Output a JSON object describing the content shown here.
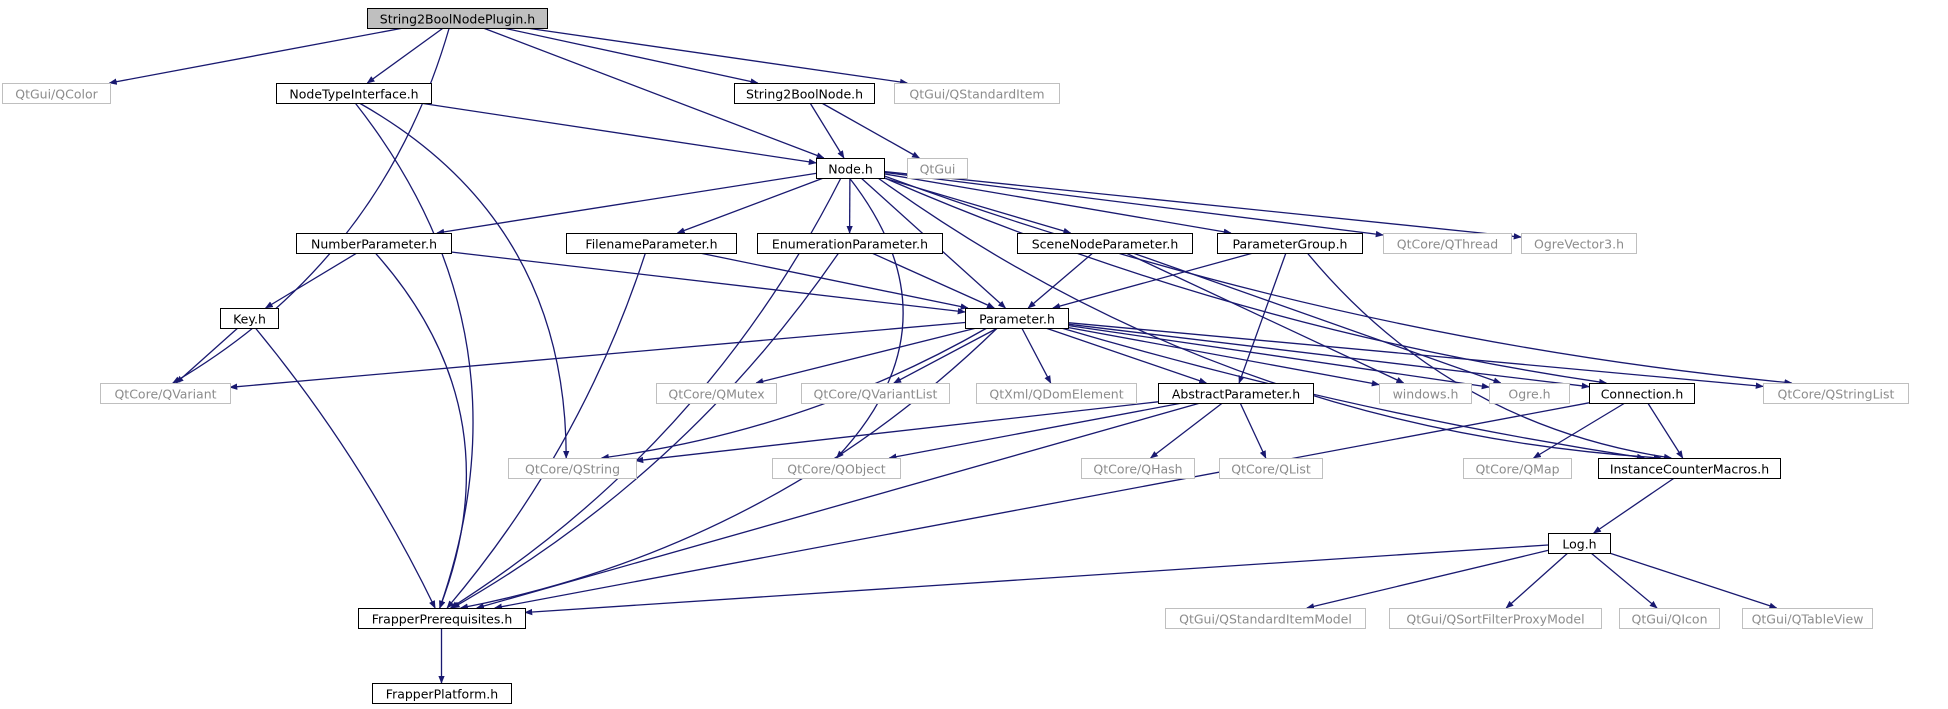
{
  "colors": {
    "edge": "#191970",
    "local_border": "#000000",
    "external_border": "#bfbfbf",
    "root_fill": "#bfbfbf",
    "local_text": "#000000",
    "external_text": "#8c8c8c"
  },
  "graph": {
    "root": "String2BoolNodePlugin.h",
    "nodes": [
      {
        "id": "String2BoolNodePlugin.h",
        "kind": "root"
      },
      {
        "id": "QtGui/QColor",
        "kind": "external"
      },
      {
        "id": "NodeTypeInterface.h",
        "kind": "local"
      },
      {
        "id": "String2BoolNode.h",
        "kind": "local"
      },
      {
        "id": "QtGui/QStandardItem",
        "kind": "external"
      },
      {
        "id": "Node.h",
        "kind": "local"
      },
      {
        "id": "QtGui",
        "kind": "external"
      },
      {
        "id": "NumberParameter.h",
        "kind": "local"
      },
      {
        "id": "FilenameParameter.h",
        "kind": "local"
      },
      {
        "id": "EnumerationParameter.h",
        "kind": "local"
      },
      {
        "id": "SceneNodeParameter.h",
        "kind": "local"
      },
      {
        "id": "ParameterGroup.h",
        "kind": "local"
      },
      {
        "id": "QtCore/QThread",
        "kind": "external"
      },
      {
        "id": "OgreVector3.h",
        "kind": "external"
      },
      {
        "id": "Key.h",
        "kind": "local"
      },
      {
        "id": "Parameter.h",
        "kind": "local"
      },
      {
        "id": "QtCore/QVariant",
        "kind": "external"
      },
      {
        "id": "QtCore/QMutex",
        "kind": "external"
      },
      {
        "id": "QtCore/QVariantList",
        "kind": "external"
      },
      {
        "id": "QtXml/QDomElement",
        "kind": "external"
      },
      {
        "id": "AbstractParameter.h",
        "kind": "local"
      },
      {
        "id": "windows.h",
        "kind": "external"
      },
      {
        "id": "Ogre.h",
        "kind": "external"
      },
      {
        "id": "Connection.h",
        "kind": "local"
      },
      {
        "id": "QtCore/QStringList",
        "kind": "external"
      },
      {
        "id": "QtCore/QString",
        "kind": "external"
      },
      {
        "id": "QtCore/QObject",
        "kind": "external"
      },
      {
        "id": "QtCore/QHash",
        "kind": "external"
      },
      {
        "id": "QtCore/QList",
        "kind": "external"
      },
      {
        "id": "QtCore/QMap",
        "kind": "external"
      },
      {
        "id": "InstanceCounterMacros.h",
        "kind": "local"
      },
      {
        "id": "Log.h",
        "kind": "local"
      },
      {
        "id": "FrapperPrerequisites.h",
        "kind": "local"
      },
      {
        "id": "QtGui/QStandardItemModel",
        "kind": "external"
      },
      {
        "id": "QtGui/QSortFilterProxyModel",
        "kind": "external"
      },
      {
        "id": "QtGui/QIcon",
        "kind": "external"
      },
      {
        "id": "QtGui/QTableView",
        "kind": "external"
      },
      {
        "id": "FrapperPlatform.h",
        "kind": "local"
      }
    ],
    "edges": [
      [
        "String2BoolNodePlugin.h",
        "QtGui/QColor"
      ],
      [
        "String2BoolNodePlugin.h",
        "QtCore/QVariant"
      ],
      [
        "String2BoolNodePlugin.h",
        "NodeTypeInterface.h"
      ],
      [
        "String2BoolNodePlugin.h",
        "Node.h"
      ],
      [
        "String2BoolNodePlugin.h",
        "String2BoolNode.h"
      ],
      [
        "String2BoolNodePlugin.h",
        "QtGui/QStandardItem"
      ],
      [
        "NodeTypeInterface.h",
        "Node.h"
      ],
      [
        "NodeTypeInterface.h",
        "QtCore/QString"
      ],
      [
        "NodeTypeInterface.h",
        "FrapperPrerequisites.h"
      ],
      [
        "String2BoolNode.h",
        "Node.h"
      ],
      [
        "String2BoolNode.h",
        "QtGui"
      ],
      [
        "Node.h",
        "NumberParameter.h"
      ],
      [
        "Node.h",
        "FilenameParameter.h"
      ],
      [
        "Node.h",
        "EnumerationParameter.h"
      ],
      [
        "Node.h",
        "SceneNodeParameter.h"
      ],
      [
        "Node.h",
        "ParameterGroup.h"
      ],
      [
        "Node.h",
        "QtCore/QThread"
      ],
      [
        "Node.h",
        "OgreVector3.h"
      ],
      [
        "Node.h",
        "Parameter.h"
      ],
      [
        "Node.h",
        "Connection.h"
      ],
      [
        "Node.h",
        "QtCore/QStringList"
      ],
      [
        "Node.h",
        "InstanceCounterMacros.h"
      ],
      [
        "Node.h",
        "FrapperPrerequisites.h"
      ],
      [
        "Node.h",
        "QtCore/QObject"
      ],
      [
        "NumberParameter.h",
        "Key.h"
      ],
      [
        "NumberParameter.h",
        "Parameter.h"
      ],
      [
        "NumberParameter.h",
        "FrapperPrerequisites.h"
      ],
      [
        "FilenameParameter.h",
        "Parameter.h"
      ],
      [
        "FilenameParameter.h",
        "FrapperPrerequisites.h"
      ],
      [
        "EnumerationParameter.h",
        "Parameter.h"
      ],
      [
        "EnumerationParameter.h",
        "FrapperPrerequisites.h"
      ],
      [
        "SceneNodeParameter.h",
        "Parameter.h"
      ],
      [
        "SceneNodeParameter.h",
        "windows.h"
      ],
      [
        "SceneNodeParameter.h",
        "Ogre.h"
      ],
      [
        "ParameterGroup.h",
        "Parameter.h"
      ],
      [
        "ParameterGroup.h",
        "AbstractParameter.h"
      ],
      [
        "ParameterGroup.h",
        "InstanceCounterMacros.h"
      ],
      [
        "Key.h",
        "QtCore/QVariant"
      ],
      [
        "Key.h",
        "FrapperPrerequisites.h"
      ],
      [
        "Parameter.h",
        "QtCore/QVariant"
      ],
      [
        "Parameter.h",
        "QtCore/QString"
      ],
      [
        "Parameter.h",
        "QtCore/QMutex"
      ],
      [
        "Parameter.h",
        "QtCore/QVariantList"
      ],
      [
        "Parameter.h",
        "QtXml/QDomElement"
      ],
      [
        "Parameter.h",
        "AbstractParameter.h"
      ],
      [
        "Parameter.h",
        "windows.h"
      ],
      [
        "Parameter.h",
        "Ogre.h"
      ],
      [
        "Parameter.h",
        "Connection.h"
      ],
      [
        "Parameter.h",
        "QtCore/QStringList"
      ],
      [
        "Parameter.h",
        "InstanceCounterMacros.h"
      ],
      [
        "Parameter.h",
        "FrapperPrerequisites.h"
      ],
      [
        "AbstractParameter.h",
        "QtCore/QString"
      ],
      [
        "AbstractParameter.h",
        "QtCore/QObject"
      ],
      [
        "AbstractParameter.h",
        "QtCore/QHash"
      ],
      [
        "AbstractParameter.h",
        "QtCore/QList"
      ],
      [
        "AbstractParameter.h",
        "FrapperPrerequisites.h"
      ],
      [
        "Connection.h",
        "QtCore/QMap"
      ],
      [
        "Connection.h",
        "InstanceCounterMacros.h"
      ],
      [
        "Connection.h",
        "FrapperPrerequisites.h"
      ],
      [
        "InstanceCounterMacros.h",
        "Log.h"
      ],
      [
        "Log.h",
        "FrapperPrerequisites.h"
      ],
      [
        "Log.h",
        "QtGui/QStandardItemModel"
      ],
      [
        "Log.h",
        "QtGui/QSortFilterProxyModel"
      ],
      [
        "Log.h",
        "QtGui/QIcon"
      ],
      [
        "Log.h",
        "QtGui/QTableView"
      ],
      [
        "FrapperPrerequisites.h",
        "FrapperPlatform.h"
      ]
    ]
  }
}
